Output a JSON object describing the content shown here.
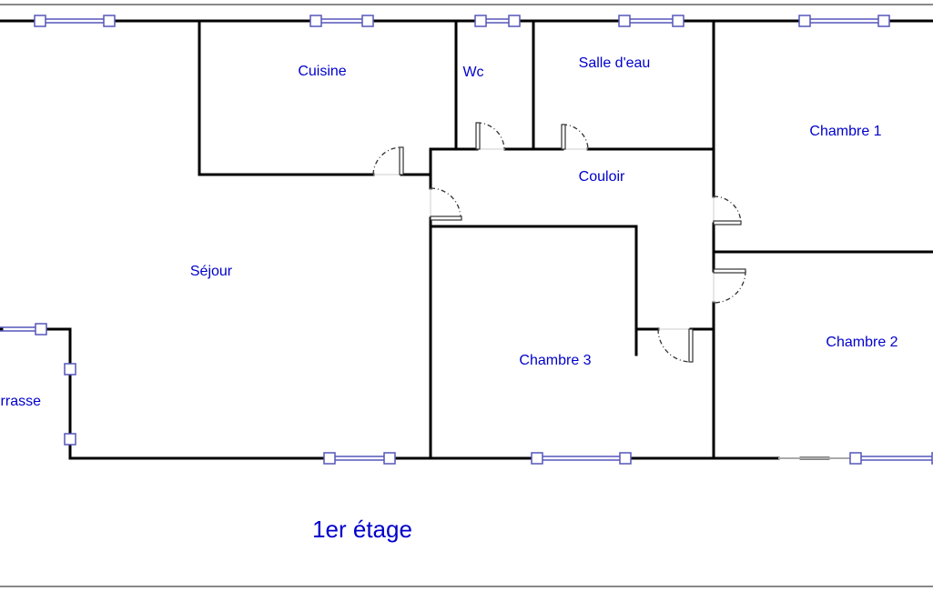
{
  "plan": {
    "title": "1er étage",
    "rooms": {
      "cuisine": "Cuisine",
      "wc": "Wc",
      "salle_deau": "Salle d'eau",
      "chambre1": "Chambre 1",
      "couloir": "Couloir",
      "sejour": "Séjour",
      "chambre3": "Chambre 3",
      "chambre2": "Chambre 2",
      "terrasse": "Terrasse"
    }
  },
  "colors": {
    "label": "#0000cc",
    "wall": "#000000",
    "window": "#5555bb"
  }
}
